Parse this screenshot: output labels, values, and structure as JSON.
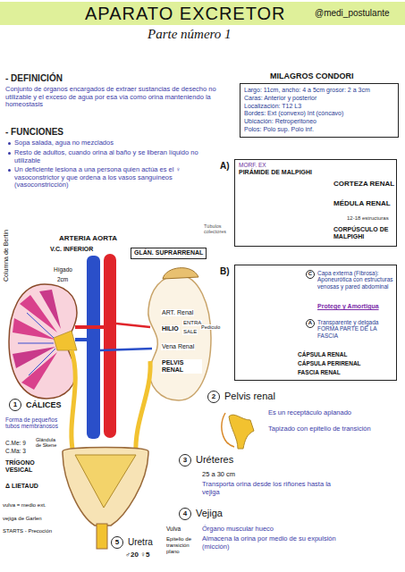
{
  "diagram": {
    "title": "APARATO EXCRETOR",
    "nodes": [
      {
        "text": [
          "Largo: 11cm, ancho: 4 a 5cm grosor: 2 a 3cm",
          "Caras: Anterior y posterior",
          "Localización: T12 L3",
          "Bordes: Ext (convexo) Int (cóncavo)",
          "Ubicación: Retroperitoneo",
          "Polos: Polo sup. Polo inf."
        ]
      },
      {
        "text": [
          "MORF. EX",
          "PIRÁMIDE DE MALPIGHI",
          "CORTEZA RENAL",
          "MÉDULA RENAL",
          "12-18 estructuras",
          "CORPÚSCULO DE MALPIGHI"
        ]
      },
      {
        "text": [
          "Capa externa (Fibrosa): Aponeurótica con estructuras venosas y pared abdominal",
          "Protege y Amortigua",
          "Transparente y delgada FORMA PARTE DE LA FASCIA"
        ]
      },
      {
        "text": [
          "C"
        ],
        "in": 2
      },
      {
        "text": [
          "A"
        ],
        "in": 2
      },
      {
        "text": [
          "GLÁN. SUPRARRENAL"
        ]
      },
      {
        "text": [
          "1",
          "CÁLICES"
        ]
      },
      {
        "text": [
          "2",
          "Pelvis renal"
        ]
      },
      {
        "text": [
          "3",
          "Uréteres"
        ]
      },
      {
        "text": [
          "4",
          "Vejiga"
        ]
      },
      {
        "text": [
          "5",
          "Uretra"
        ]
      }
    ],
    "labels": [
      "@medi_postulante",
      "Parte número 1",
      "- DEFINICIÓN",
      "Conjunto de órganos encargados de extraer sustancias de desecho no utilizable y el exceso de agua por esa vía como orina manteniendo la homeostasis",
      "- FUNCIONES",
      "Sopa salada, agua no mezclados",
      "Resto de adultos, cuando orina al baño y se liberan líquido no utilizable",
      "Un deficiente lesiona a una persona quien actúa es el ♀ vasoconstrictor y que ordena a los vasos sanguíneos (vasoconstricción)",
      "MILAGROS CONDORI",
      "A)",
      "Túbulos colectores",
      "B)",
      "CÁPSULA RENAL",
      "CÁPSULA PERIRENAL",
      "FASCIA RENAL",
      "Es un receptáculo aplanado",
      "Tapizado con epitelio de transición",
      "25 a 30 cm",
      "Transporta orina desde los riñones hasta la vejiga",
      "Órgano muscular hueco",
      "Almacena la orina por medio de su expulsión (micción)",
      "Vulva",
      "Epitelio de transición plano",
      "♂20 ♀5",
      "ARTERIA AORTA",
      "V.C. INFERIOR",
      "Columna de Bertin",
      "Hígado",
      "2cm",
      "ART. Renal",
      "HILIO",
      "ENTRA",
      "SALE",
      "Pedículo",
      "Vena Renal",
      "PELVIS RENAL",
      "Forma de pequeños tubos membranosos",
      "C.Me: 9",
      "C.Ma: 3",
      "Glándula de Skene",
      "TRÍGONO VESICAL",
      "Δ LIETAUD",
      "vulva = medio ext.",
      "vejiga de Garlen",
      "STARTS - Precoción"
    ]
  }
}
